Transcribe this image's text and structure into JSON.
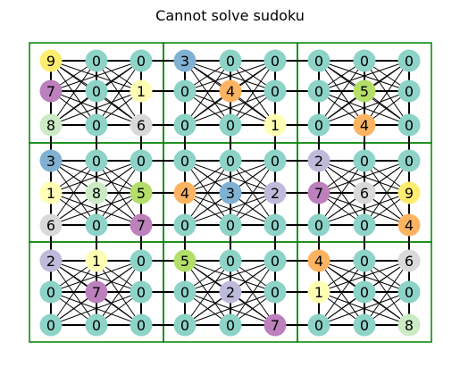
{
  "title": "Cannot solve sudoku",
  "colors": {
    "0": "#8dd3c7",
    "1": "#ffffb3",
    "2": "#bebada",
    "3": "#80b1d3",
    "4": "#fdb462",
    "5": "#b3de69",
    "6": "#d9d9d9",
    "7": "#bc80bd",
    "8": "#ccebc5",
    "9": "#ffed6f",
    "box_border": "#008000",
    "edge": "#000000"
  },
  "grid": [
    [
      9,
      0,
      0,
      3,
      0,
      0,
      0,
      0,
      0
    ],
    [
      7,
      0,
      1,
      0,
      4,
      0,
      0,
      5,
      0
    ],
    [
      8,
      0,
      6,
      0,
      0,
      1,
      0,
      4,
      0
    ],
    [
      3,
      0,
      0,
      0,
      0,
      0,
      2,
      0,
      0
    ],
    [
      1,
      8,
      5,
      4,
      3,
      2,
      7,
      6,
      9
    ],
    [
      6,
      0,
      7,
      0,
      0,
      0,
      0,
      0,
      4
    ],
    [
      2,
      1,
      0,
      5,
      0,
      0,
      4,
      0,
      6
    ],
    [
      0,
      7,
      0,
      0,
      2,
      0,
      1,
      0,
      0
    ],
    [
      0,
      0,
      0,
      0,
      0,
      7,
      0,
      0,
      8
    ]
  ]
}
